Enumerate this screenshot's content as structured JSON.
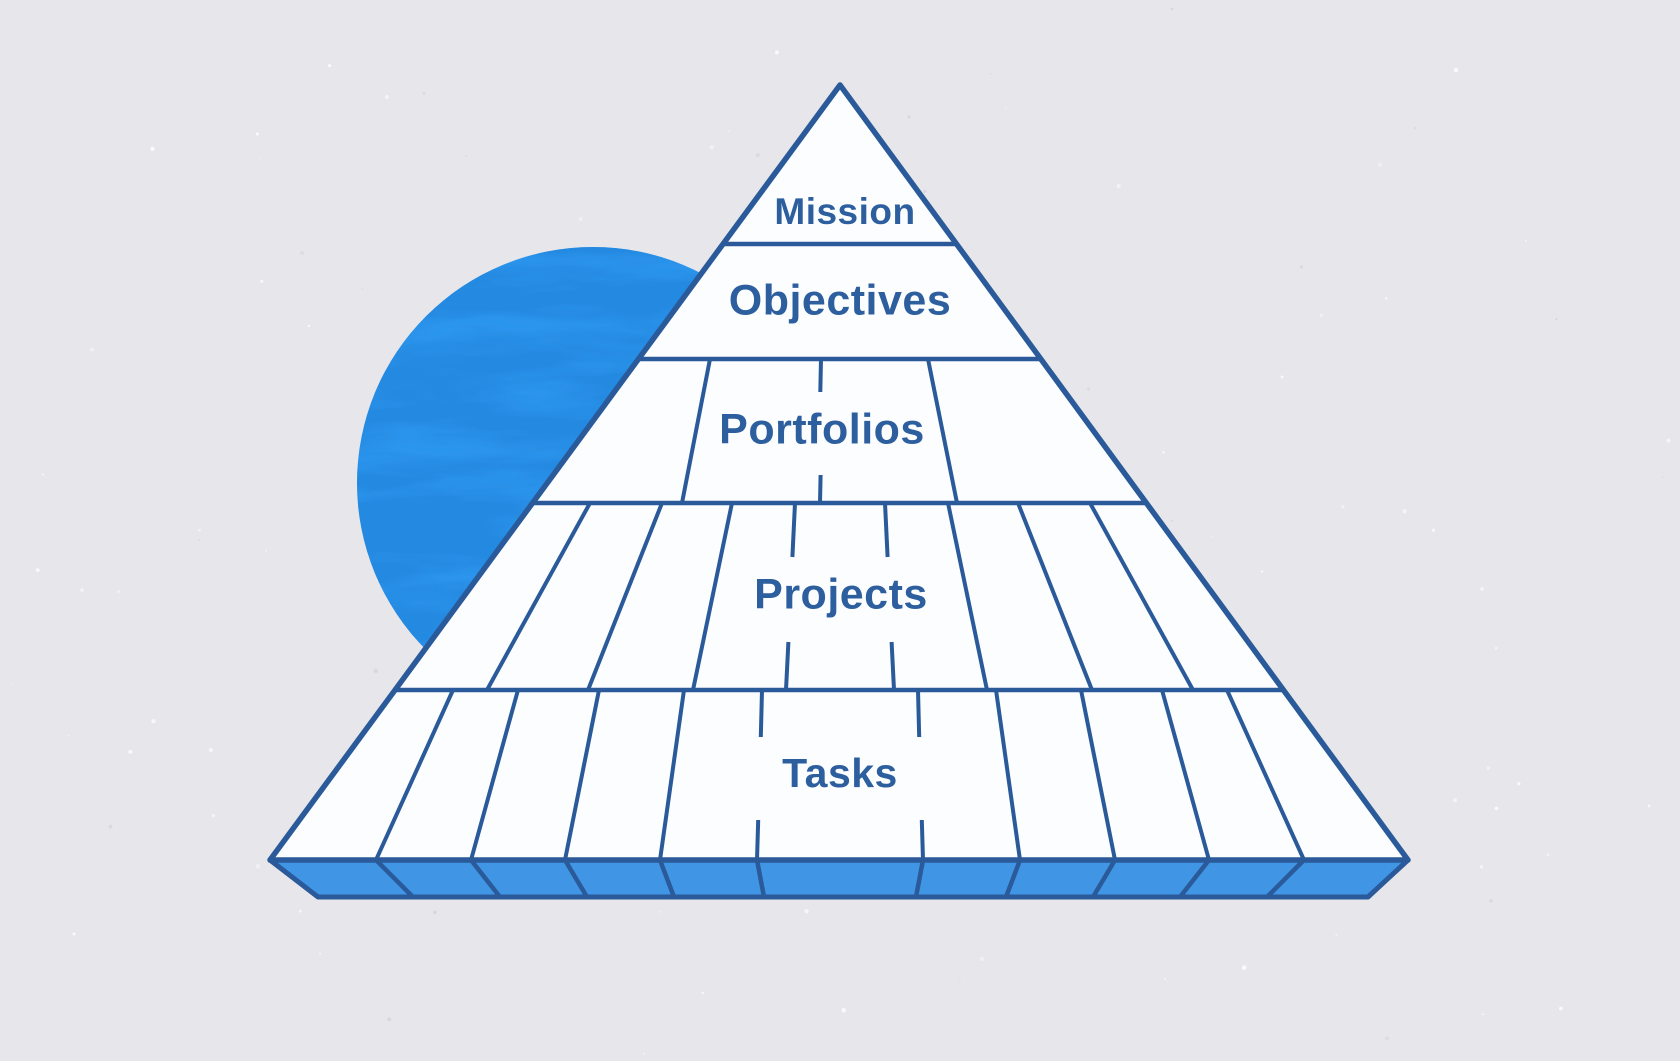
{
  "figure": {
    "type": "pyramid-diagram",
    "levels": [
      {
        "label": "Mission"
      },
      {
        "label": "Objectives"
      },
      {
        "label": "Portfolios"
      },
      {
        "label": "Projects"
      },
      {
        "label": "Tasks"
      }
    ],
    "colors": {
      "background": "#e7e6ea",
      "outline": "#2a5a99",
      "label_text": "#2d5f9f",
      "face_fill": "#fcfdff",
      "accent_circle": "#2d97ef",
      "base_bevel": "#4195e5"
    }
  }
}
